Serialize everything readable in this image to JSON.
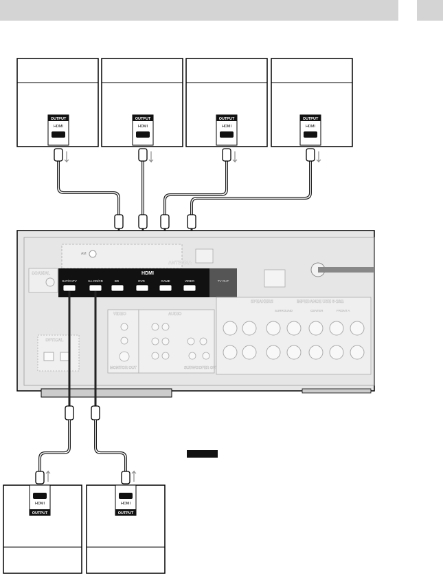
{
  "colors": {
    "header": "#d4d4d4",
    "receiver_panel": "#e2e2e2",
    "hdmi_band": "#111111",
    "cable": "#222222"
  },
  "devices_top": [
    {
      "output_label": "OUTPUT",
      "port_label": "HDMI"
    },
    {
      "output_label": "OUTPUT",
      "port_label": "HDMI"
    },
    {
      "output_label": "OUTPUT",
      "port_label": "HDMI"
    },
    {
      "output_label": "OUTPUT",
      "port_label": "HDMI"
    }
  ],
  "devices_bottom": [
    {
      "output_label": "OUTPUT",
      "port_label": "HDMI"
    },
    {
      "output_label": "OUTPUT",
      "port_label": "HDMI"
    }
  ],
  "receiver": {
    "hdmi_title": "HDMI",
    "antenna_label": "ANTENNA",
    "am_label": "AM",
    "coaxial_label": "COAXIAL",
    "optical_label": "OPTICAL",
    "video_label": "VIDEO",
    "audio_label": "AUDIO",
    "monitor_out_label": "MONITOR OUT",
    "subwoofer_label": "SUBWOOFER OUT",
    "speakers_label": "SPEAKERS",
    "impedance_label": "IMPEDANCE USE 6-16Ω",
    "surround_label": "SURROUND",
    "center_label": "CENTER",
    "front_label": "FRONT A",
    "hdmi_ports": [
      "SAT/CATV",
      "SA-CD/CD",
      "BD",
      "DVD",
      "GAME",
      "VIDEO"
    ],
    "hdmi_out": "TV OUT"
  }
}
